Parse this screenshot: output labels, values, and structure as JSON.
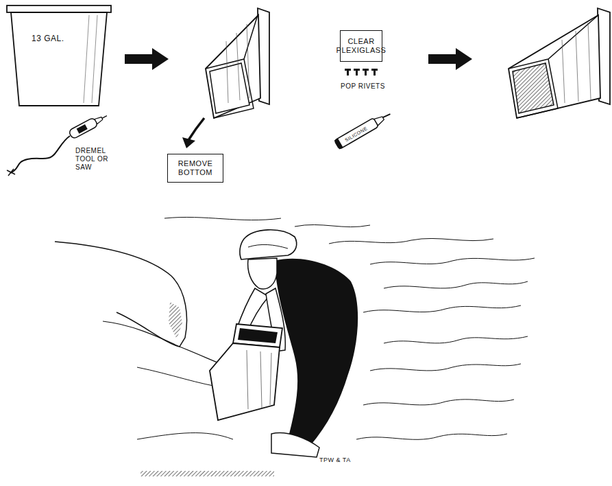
{
  "diagram": {
    "nodes": [
      {
        "text": [
          "13 GAL."
        ]
      },
      {
        "text": [
          "REMOVE BOTTOM"
        ]
      },
      {
        "text": [
          "CLEAR PLEXIGLASS"
        ]
      },
      {
        "text": [
          "SILICONE"
        ]
      }
    ],
    "labels": [
      "DREMEL TOOL OR SAW",
      "POP RIVETS",
      "TPW & TA"
    ]
  }
}
